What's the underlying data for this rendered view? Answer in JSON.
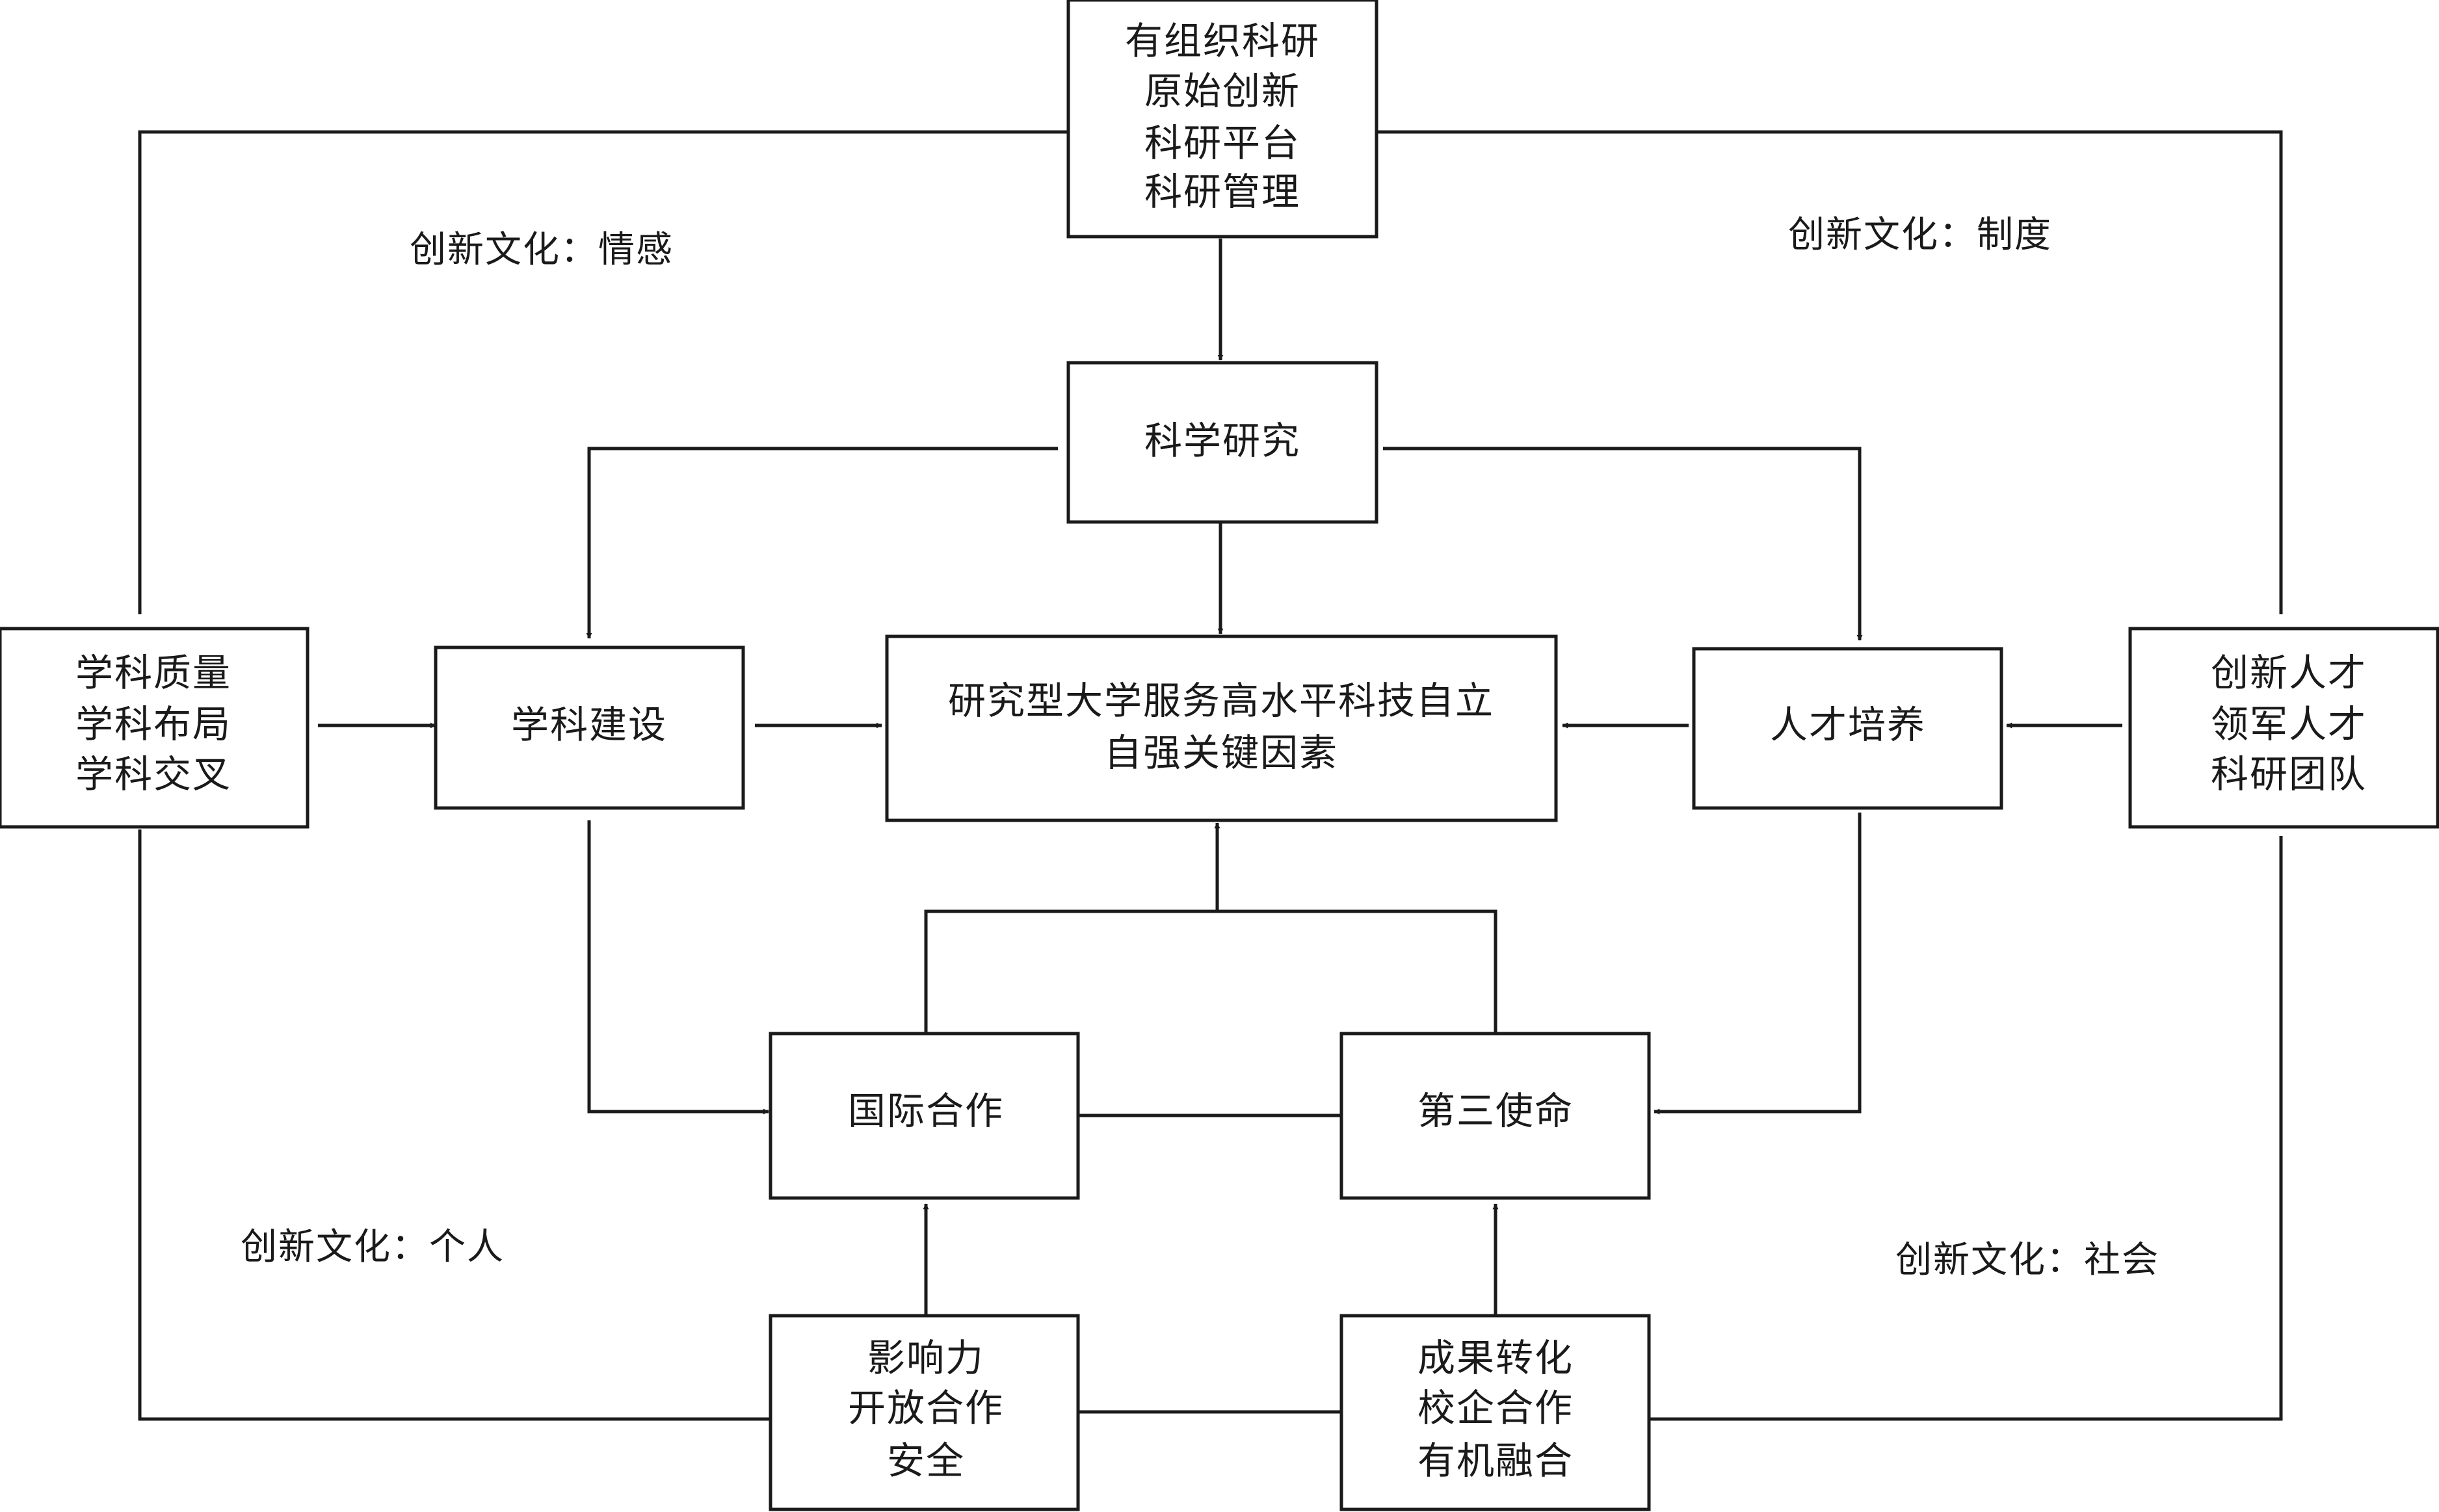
{
  "diagram": {
    "nodes": {
      "organized_research": {
        "lines": [
          "有组织科研",
          "原始创新",
          "科研平台",
          "科研管理"
        ]
      },
      "scientific_research": {
        "lines": [
          "科学研究"
        ]
      },
      "core": {
        "lines": [
          "研究型大学服务高水平科技自立",
          "自强关键因素"
        ]
      },
      "discipline_building": {
        "lines": [
          "学科建设"
        ]
      },
      "talent_training": {
        "lines": [
          "人才培养"
        ]
      },
      "discipline_quality": {
        "lines": [
          "学科质量",
          "学科布局",
          "学科交叉"
        ]
      },
      "innovative_talent": {
        "lines": [
          "创新人才",
          "领军人才",
          "科研团队"
        ]
      },
      "international_cooperation": {
        "lines": [
          "国际合作"
        ]
      },
      "third_mission": {
        "lines": [
          "第三使命"
        ]
      },
      "influence": {
        "lines": [
          "影响力",
          "开放合作",
          "安全"
        ]
      },
      "achievement_transfer": {
        "lines": [
          "成果转化",
          "校企合作",
          "有机融合"
        ]
      }
    },
    "culture_labels": {
      "emotion": "创新文化：情感",
      "system": "创新文化：制度",
      "individual": "创新文化：个人",
      "society": "创新文化：社会"
    }
  }
}
